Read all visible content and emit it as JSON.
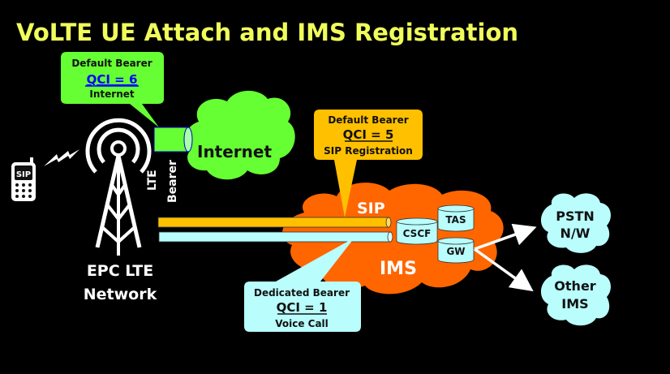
{
  "title": "VoLTE UE Attach and IMS Registration",
  "colors": {
    "background": "#000000",
    "title": "#f0fd5a",
    "internet_green": "#66ff33",
    "sip_orange": "#ffc000",
    "voice_cyan": "#b9fdfd",
    "ims_cloud": "#ff6600",
    "qci6_link": "#0000ff",
    "white": "#ffffff"
  },
  "callouts": {
    "default_internet": {
      "heading": "Default Bearer",
      "qci": "QCI = 6",
      "purpose": "Internet"
    },
    "default_sip": {
      "heading": "Default Bearer",
      "qci": "QCI = 5",
      "purpose": "SIP Registration"
    },
    "dedicated_voice": {
      "heading": "Dedicated Bearer",
      "qci": "QCI = 1",
      "purpose": "Voice Call"
    }
  },
  "ue": {
    "screen_label": "SIP"
  },
  "tower": {
    "label_line1": "EPC LTE",
    "label_line2": "Network"
  },
  "bearer_labels": {
    "lte": "LTE",
    "bearer": "Bearer"
  },
  "clouds": {
    "internet": "Internet",
    "ims": {
      "top_label": "SIP",
      "main_label": "IMS"
    },
    "pstn": {
      "line1": "PSTN",
      "line2": "N/W"
    },
    "other_ims": {
      "line1": "Other",
      "line2": "IMS"
    }
  },
  "ims_nodes": {
    "cscf": "CSCF",
    "tas": "TAS",
    "gw": "GW"
  }
}
